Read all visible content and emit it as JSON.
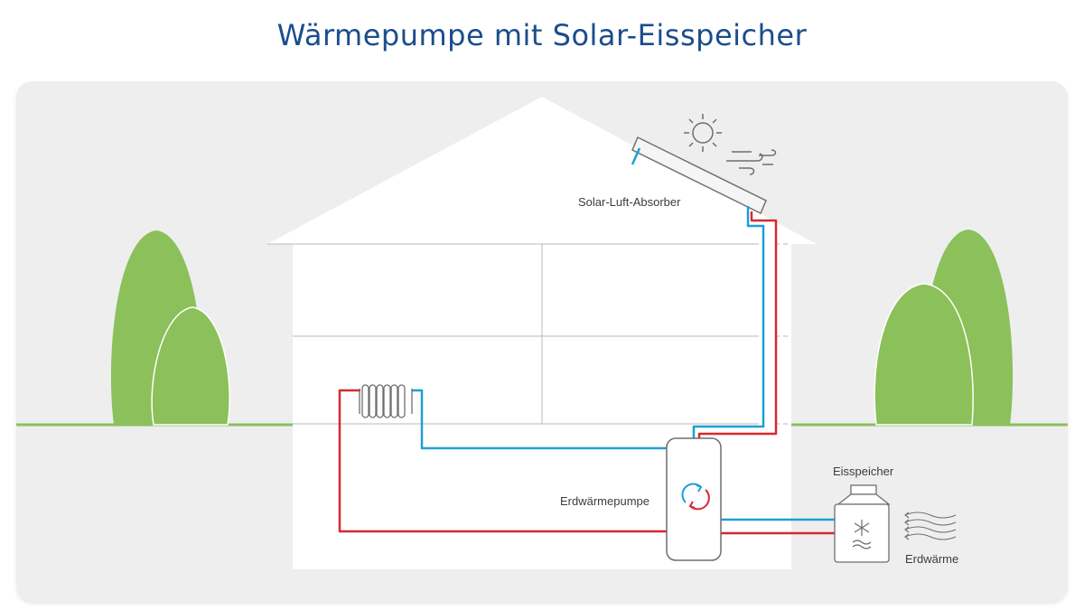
{
  "title": "Wärmepumpe mit Solar-Eisspeicher",
  "labels": {
    "absorber": "Solar-Luft-Absorber",
    "heat_pump": "Erdwärmepumpe",
    "ice_storage": "Eisspeicher",
    "geothermal": "Erdwärme"
  },
  "colors": {
    "title": "#1b4d8c",
    "background": "#eeeeee",
    "grass": "#8bc05a",
    "hot_pipe": "#d7282f",
    "cold_pipe": "#1e9fd5"
  },
  "icons": [
    "sun-icon",
    "wind-icon",
    "radiator-icon",
    "circulation-arrows-icon",
    "snowflake-icon",
    "heat-waves-icon"
  ]
}
